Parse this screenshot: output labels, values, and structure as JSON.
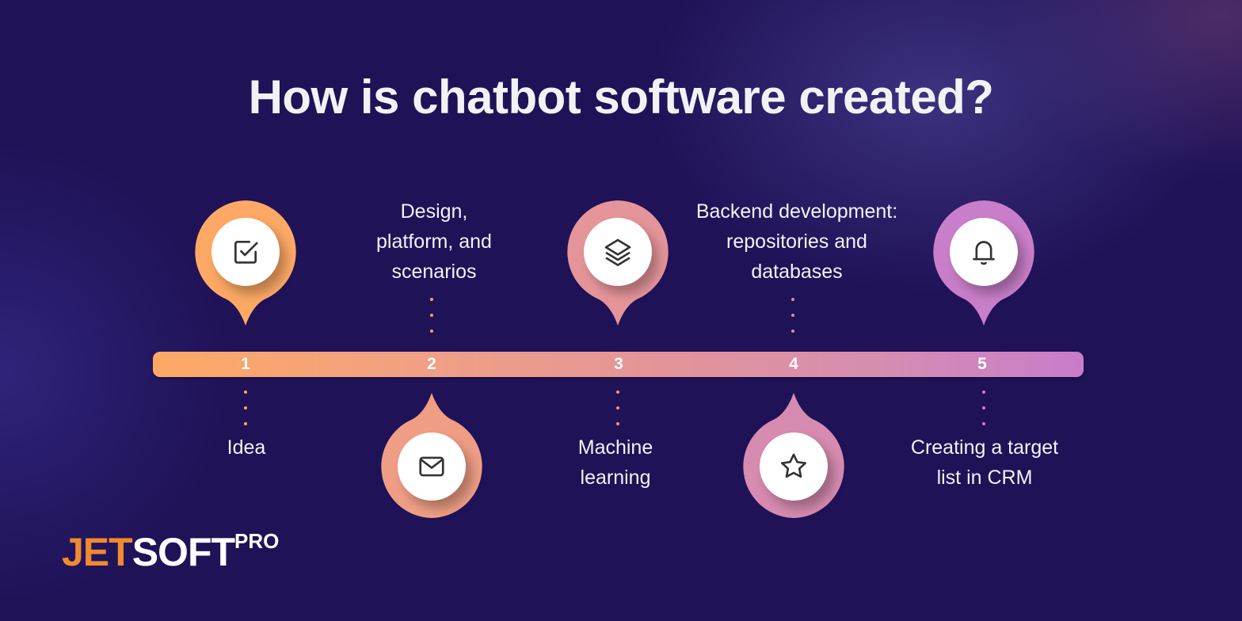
{
  "title": "How is chatbot software created?",
  "timeline": {
    "steps": [
      {
        "number": "1",
        "label": "Idea",
        "icon": "checkbox-icon",
        "pin_position": "above",
        "color": "#fda965"
      },
      {
        "number": "2",
        "label": "Design, platform, and scenarios",
        "label_lines": [
          "Design,",
          "platform, and",
          "scenarios"
        ],
        "icon": "envelope-icon",
        "pin_position": "below",
        "color": "#ef9e85"
      },
      {
        "number": "3",
        "label": "Machine learning",
        "label_lines": [
          "Machine",
          "learning"
        ],
        "icon": "layers-icon",
        "pin_position": "above",
        "color": "#e5959a"
      },
      {
        "number": "4",
        "label": "Backend development: repositories and databases",
        "label_lines": [
          "Backend development:",
          "repositories and",
          "databases"
        ],
        "icon": "star-icon",
        "pin_position": "below",
        "color": "#d78bb0"
      },
      {
        "number": "5",
        "label": "Creating a target list in CRM",
        "label_lines": [
          "Creating a target",
          "list in CRM"
        ],
        "icon": "bell-icon",
        "pin_position": "above",
        "color": "#c97ec9"
      }
    ]
  },
  "logo": {
    "part1": "JET",
    "part2": "SOFT",
    "superscript": "PRO"
  },
  "colors": {
    "background": "#1f1257",
    "gradient_start": "#fda965",
    "gradient_end": "#c87ccb",
    "logo_accent": "#f08a2e"
  }
}
